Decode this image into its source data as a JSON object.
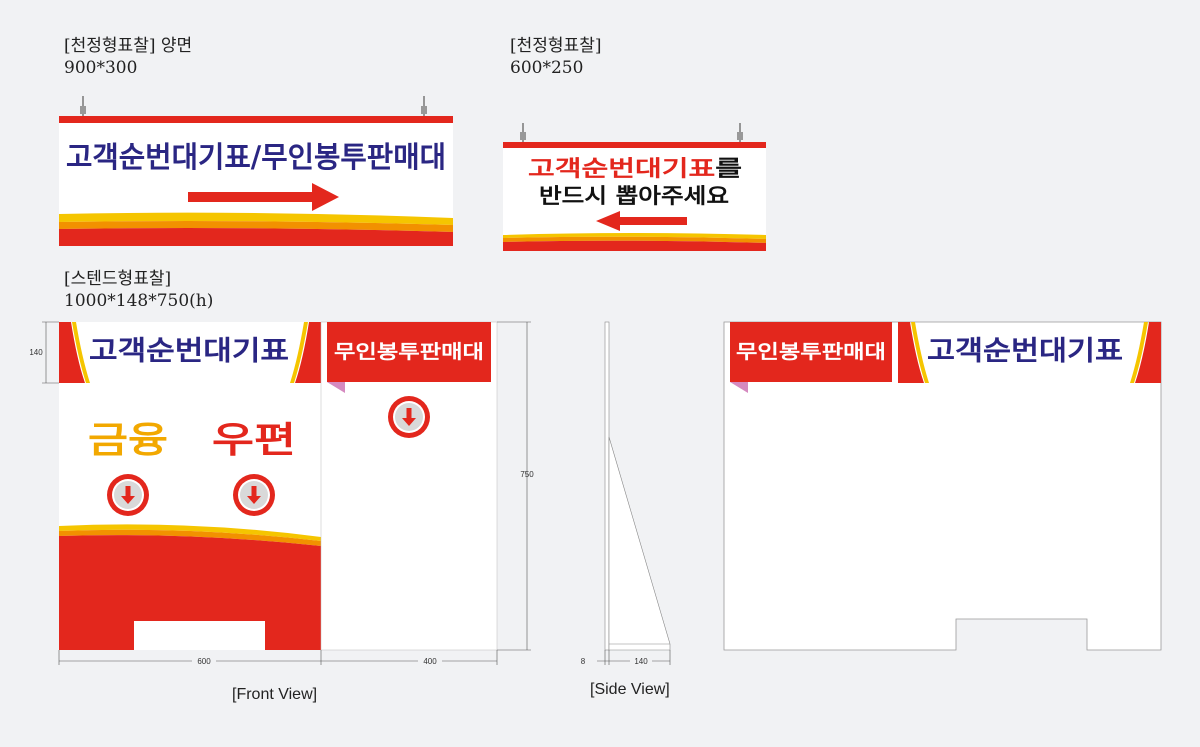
{
  "labels": {
    "ceiling_double": {
      "title": "[천정형표찰]  양면",
      "size": "900*300"
    },
    "ceiling_single": {
      "title": "[천정형표찰]",
      "size": "600*250"
    },
    "stand": {
      "title": "[스텐드형표찰]",
      "size": "1000*148*750(h)"
    },
    "front_view": "[Front View]",
    "side_view": "[Side View]"
  },
  "signs": {
    "ceiling_large_text": "고객순번대기표/무인봉투판매대",
    "ceiling_small_line1_red": "고객순번대기표",
    "ceiling_small_line1_black": "를",
    "ceiling_small_line2": "반드시 뽑아주세요",
    "stand_left_header": "고객순번대기표",
    "stand_right_header": "무인봉투판매대",
    "stand_finance": "금융",
    "stand_post": "우편"
  },
  "dimensions": {
    "height_140": "140",
    "height_750": "750",
    "width_600": "600",
    "width_400": "400",
    "side_8": "8",
    "side_140": "140"
  },
  "colors": {
    "red": "#e3271d",
    "navy": "#2a2683",
    "orange": "#f2a800",
    "yellow": "#f5c500"
  }
}
